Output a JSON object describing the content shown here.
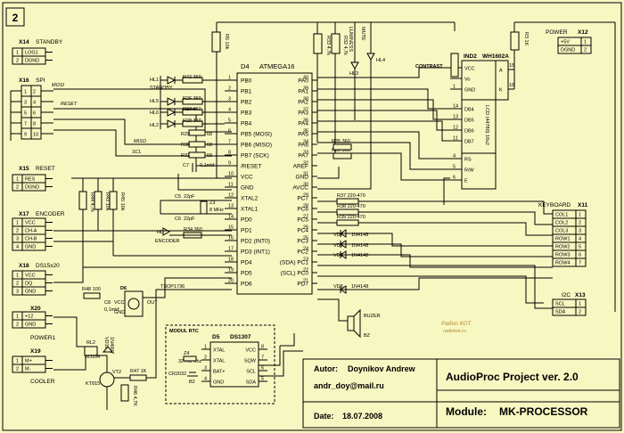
{
  "sheet_number": "2",
  "mcu": {
    "ref": "D4",
    "part": "ATMEGA16",
    "left_pins": [
      {
        "num": "1",
        "name": "PB0"
      },
      {
        "num": "2",
        "name": "PB1"
      },
      {
        "num": "3",
        "name": "PB2"
      },
      {
        "num": "4",
        "name": "PB3"
      },
      {
        "num": "5",
        "name": "PB4"
      },
      {
        "num": "6",
        "name": "PB5 (MOSI)"
      },
      {
        "num": "7",
        "name": "PB6 (MISO)"
      },
      {
        "num": "8",
        "name": "PB7 (SCK)"
      },
      {
        "num": "9",
        "name": "/RESET"
      },
      {
        "num": "10",
        "name": "VCC"
      },
      {
        "num": "11",
        "name": "GND"
      },
      {
        "num": "12",
        "name": "XTAL2"
      },
      {
        "num": "13",
        "name": "XTAL1"
      },
      {
        "num": "14",
        "name": "PD0"
      },
      {
        "num": "15",
        "name": "PD1"
      },
      {
        "num": "16",
        "name": "PD2 (INT0)"
      },
      {
        "num": "17",
        "name": "PD3 (INT1)"
      },
      {
        "num": "18",
        "name": "PD4"
      },
      {
        "num": "19",
        "name": "PD5"
      },
      {
        "num": "20",
        "name": "PD6"
      }
    ],
    "right_pins": [
      {
        "num": "40",
        "name": "PA0"
      },
      {
        "num": "39",
        "name": "PA1"
      },
      {
        "num": "38",
        "name": "PA2"
      },
      {
        "num": "37",
        "name": "PA3"
      },
      {
        "num": "36",
        "name": "PA4"
      },
      {
        "num": "35",
        "name": "PA5"
      },
      {
        "num": "34",
        "name": "PA6"
      },
      {
        "num": "33",
        "name": "PA7"
      },
      {
        "num": "32",
        "name": "AREF"
      },
      {
        "num": "31",
        "name": "GND"
      },
      {
        "num": "30",
        "name": "AVCC"
      },
      {
        "num": "29",
        "name": "PC7"
      },
      {
        "num": "28",
        "name": "PC6"
      },
      {
        "num": "27",
        "name": "PC5"
      },
      {
        "num": "26",
        "name": "PC4"
      },
      {
        "num": "25",
        "name": "PC3"
      },
      {
        "num": "24",
        "name": "PC2"
      },
      {
        "num": "23",
        "name": "(SDA) PC1"
      },
      {
        "num": "22",
        "name": "(SCL) PC0"
      },
      {
        "num": "21",
        "name": "PD7"
      }
    ]
  },
  "connectors": {
    "x14": {
      "ref": "X14",
      "name": "STANDBY",
      "pins": [
        "LOG1",
        "DGND"
      ],
      "nums": [
        "1",
        "2"
      ]
    },
    "x16": {
      "ref": "X16",
      "name": "SPI",
      "nums": [
        "1",
        "2",
        "3",
        "4",
        "5",
        "6",
        "7",
        "8",
        "9",
        "10"
      ]
    },
    "x15": {
      "ref": "X15",
      "name": "RESET",
      "pins": [
        "RES",
        "DGND"
      ],
      "nums": [
        "1",
        "2"
      ]
    },
    "x17": {
      "ref": "X17",
      "name": "ENCODER",
      "pins": [
        "VCC",
        "CH-A",
        "CH-B",
        "GND"
      ],
      "nums": [
        "1",
        "2",
        "3",
        "4"
      ]
    },
    "x18": {
      "ref": "X18",
      "name": "DS15x20",
      "pins": [
        "VCC",
        "DQ",
        "GND"
      ],
      "nums": [
        "1",
        "2",
        "3"
      ]
    },
    "x20": {
      "ref": "X20",
      "name": "POWER1",
      "pins": [
        "+12",
        "GND"
      ],
      "nums": [
        "1",
        "2"
      ]
    },
    "x19": {
      "ref": "X19",
      "name": "COOLER",
      "pins": [
        "M+",
        "M-"
      ],
      "nums": [
        "1",
        "2"
      ]
    },
    "x12": {
      "ref": "X12",
      "name": "POWER",
      "pins": [
        "+5V",
        "DGND"
      ],
      "nums": [
        "1",
        "2"
      ]
    },
    "x11": {
      "ref": "X11",
      "name": "KEYBOARD",
      "pins": [
        "COL1",
        "COL2",
        "COL3",
        "ROW1",
        "ROW2",
        "ROW3",
        "ROW4"
      ],
      "nums": [
        "1",
        "2",
        "3",
        "4",
        "5",
        "6",
        "7"
      ]
    },
    "x13": {
      "ref": "X13",
      "name": "I2C",
      "pins": [
        "SCL",
        "SDA"
      ],
      "nums": [
        "1",
        "2"
      ]
    }
  },
  "spi_signals": [
    "MOSI",
    "RESET",
    "MISO",
    "SCL"
  ],
  "lcd": {
    "ref": "IND2",
    "part": "WH1602A",
    "side": "LCD (44780) 16x2",
    "left_pins": [
      {
        "num": "2",
        "name": "VCC"
      },
      {
        "num": "3",
        "name": "Vo"
      },
      {
        "num": "1",
        "name": "GND"
      },
      {
        "num": "14",
        "name": "DB4"
      },
      {
        "num": "13",
        "name": "DB5"
      },
      {
        "num": "12",
        "name": "DB6"
      },
      {
        "num": "11",
        "name": "DB7"
      },
      {
        "num": "4",
        "name": "RS"
      },
      {
        "num": "5",
        "name": "R/W"
      },
      {
        "num": "6",
        "name": "E"
      }
    ],
    "right_pins": [
      {
        "num": "15",
        "name": "A"
      },
      {
        "num": "16",
        "name": "K"
      }
    ],
    "contrast_label": "CONTRAST"
  },
  "rtc": {
    "title": "MODUL RTC",
    "ref": "D5",
    "part": "DS1307",
    "left_pins": [
      {
        "num": "1",
        "name": "XTAL"
      },
      {
        "num": "2",
        "name": "XTAL"
      },
      {
        "num": "3",
        "name": "BAT+"
      },
      {
        "num": "4",
        "name": "GND"
      }
    ],
    "right_pins": [
      {
        "num": "8",
        "name": "VCC"
      },
      {
        "num": "7",
        "name": "SQW"
      },
      {
        "num": "6",
        "name": "SCL"
      },
      {
        "num": "5",
        "name": "SDA"
      }
    ],
    "crystal": {
      "ref": "Z4",
      "value": "32768 Khz"
    },
    "battery": {
      "ref": "B2",
      "value": "CR2032"
    }
  },
  "parts": {
    "r_top1": "R5 10k",
    "r_top2": "R33 4,7k",
    "r_top3": "R32 4,7k",
    "luminescence": "LUMINESS",
    "mute": "MUTE",
    "hl3": "HL3",
    "hl4": "HL4",
    "hl1": "HL1",
    "standby_lbl": "STANDBY",
    "r42": "R42 360",
    "hl5": "HL5",
    "r26": "R26 360",
    "hl6": "HL6",
    "r27": "R27 360",
    "hl2": "HL2",
    "r28": "R28 360",
    "r29": "R29",
    "r30": "R30",
    "r31": "R31",
    "v1": "68",
    "v2": "68",
    "v3": "68",
    "r35": "R35 360",
    "r36": "R36 360",
    "c7": "C7",
    "c7v": "0,1mkf",
    "c5": "C5",
    "c5v": "22pF",
    "c6": "C6",
    "c6v": "22pF",
    "z3": "Z3",
    "z3v": "8 MHz",
    "hl7": "HL7",
    "encoder_lbl": "ENCODER",
    "r34": "R34 360",
    "r37": "R37 220-470",
    "r38": "R38 220-470",
    "r39": "R39 220-470",
    "vd7": "VD7",
    "vd5": "VD5",
    "vd6": "VD6",
    "vd8": "VD8",
    "d1n": "1N4148",
    "r44": "R44 4,7k",
    "r43": "R43 10k",
    "r45": "R45 10k",
    "r48": "R48 100",
    "c8": "C8",
    "c8v": "0,1mkf",
    "d6": "D6",
    "tsop": "TSOP1736",
    "out": "OUT",
    "vcc": "VCC",
    "gnd": "GND",
    "rl2": "RL2",
    "vd10": "VD10",
    "vd10v": "1N4007",
    "wj104": "WJ104",
    "vt2": "VT2",
    "kt815": "KT815",
    "r47": "R47 1K",
    "r46": "R46 4,7K",
    "buzer": "BUZER",
    "bz": "BZ",
    "r_right": "R3 1K",
    "watermark": "Радио КОТ",
    "watermark_url": "radiokot.ru"
  },
  "title_block": {
    "autor_label": "Autor:",
    "autor": "Doynikov Andrew",
    "email": "andr_doy@mail.ru",
    "date_label": "Date:",
    "date": "18.07.2008",
    "project": "AudioProc Project ver. 2.0",
    "module_label": "Module:",
    "module": "MK-PROCESSOR"
  }
}
